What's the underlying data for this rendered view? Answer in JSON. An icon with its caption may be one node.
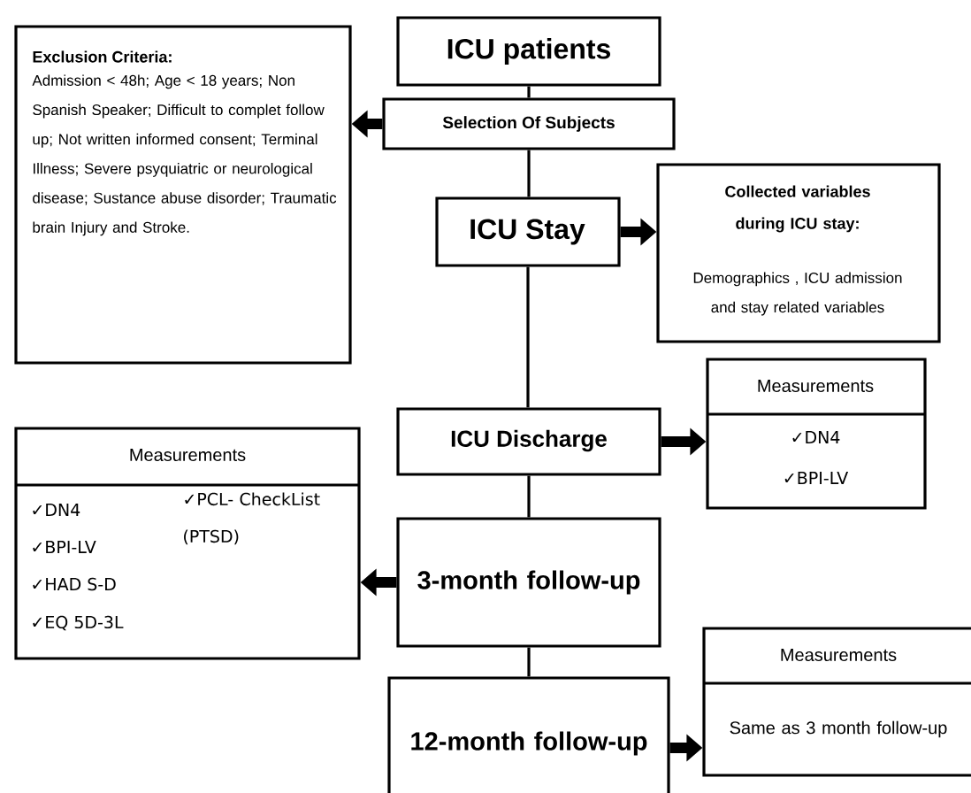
{
  "diagram": {
    "nodes": [
      {
        "text": [
          "ICU patients"
        ]
      },
      {
        "text": [
          "Selection Of Subjects"
        ]
      },
      {
        "text": [
          "Exclusion Criteria:",
          "Admission < 48h; Age < 18 years; Non Spanish Speaker; Difficult to complet follow up; Not written informed consent; Terminal Illness; Severe psyquiatric or neurological disease; Sustance abuse disorder; Traumatic brain Injury and Stroke."
        ]
      },
      {
        "text": [
          "ICU Stay"
        ]
      },
      {
        "text": [
          "Collected variables during ICU stay:",
          "Demographics , ICU admission and stay related variables"
        ]
      },
      {
        "text": [
          "ICU Discharge"
        ]
      },
      {
        "text": [
          "Measurements",
          "✓DN4",
          "✓BPI-LV"
        ]
      },
      {
        "text": [
          "Measurements",
          "✓DN4",
          "✓BPI-LV",
          "✓HAD S-D",
          "✓EQ 5D-3L",
          "✓PCL- CheckList (PTSD)"
        ]
      },
      {
        "text": [
          "3-month follow-up"
        ]
      },
      {
        "text": [
          "12-month follow-up"
        ]
      },
      {
        "text": [
          "Measurements",
          "Same as 3 month follow-up"
        ]
      }
    ],
    "edges": [
      {
        "from": 0,
        "to": 1,
        "arrow": "none"
      },
      {
        "from": 1,
        "to": 2,
        "arrow": "to",
        "style": "thick"
      },
      {
        "from": 1,
        "to": 3,
        "arrow": "none"
      },
      {
        "from": 3,
        "to": 4,
        "arrow": "to",
        "style": "thick"
      },
      {
        "from": 3,
        "to": 5,
        "arrow": "none"
      },
      {
        "from": 5,
        "to": 6,
        "arrow": "to",
        "style": "thick"
      },
      {
        "from": 5,
        "to": 8,
        "arrow": "none"
      },
      {
        "from": 8,
        "to": 7,
        "arrow": "to",
        "style": "thick"
      },
      {
        "from": 8,
        "to": 9,
        "arrow": "none"
      },
      {
        "from": 9,
        "to": 10,
        "arrow": "to",
        "style": "thick"
      }
    ]
  }
}
